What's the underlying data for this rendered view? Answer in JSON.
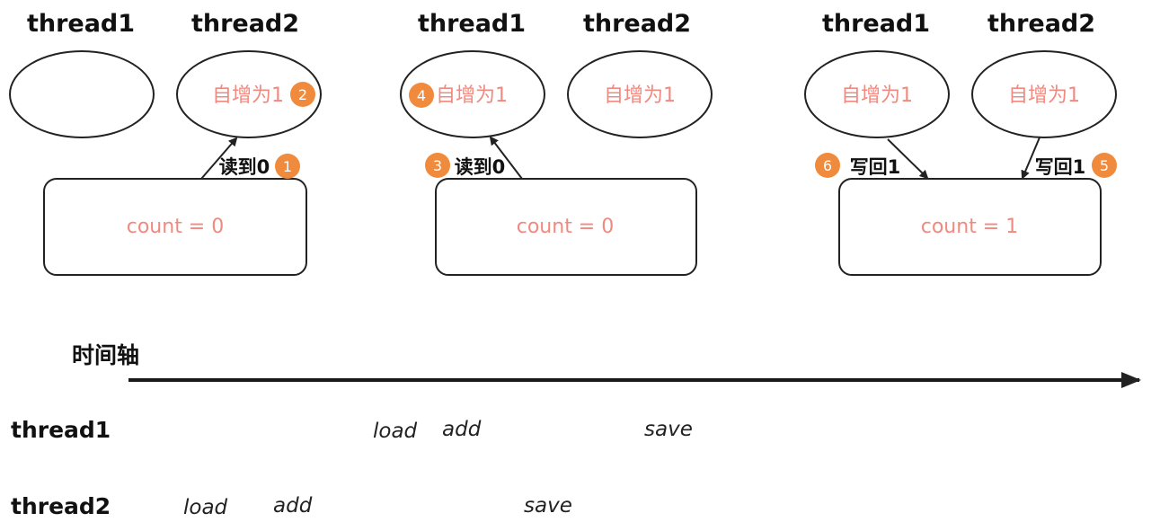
{
  "panels": [
    {
      "thread1_title": "thread1",
      "thread2_title": "thread2",
      "thread1_text": "",
      "thread2_text": "自增为1",
      "count_text": "count = 0",
      "arrow_label_left": "",
      "arrow_label_right": "读到0",
      "badge_left": "",
      "badge_right": "1",
      "badge_in_ellipse": "2"
    },
    {
      "thread1_title": "thread1",
      "thread2_title": "thread2",
      "thread1_text": "自增为1",
      "thread2_text": "自增为1",
      "count_text": "count = 0",
      "arrow_label_left": "读到0",
      "badge_left": "3",
      "badge_in_ellipse": "4"
    },
    {
      "thread1_title": "thread1",
      "thread2_title": "thread2",
      "thread1_text": "自增为1",
      "thread2_text": "自增为1",
      "count_text": "count = 1",
      "arrow_label_left": "写回1",
      "arrow_label_right": "写回1",
      "badge_left": "6",
      "badge_right": "5"
    }
  ],
  "timeline": {
    "title": "时间轴",
    "rows": [
      {
        "label": "thread1",
        "ops": [
          "load",
          "add",
          "save"
        ]
      },
      {
        "label": "thread2",
        "ops": [
          "load",
          "add",
          "save"
        ]
      }
    ]
  },
  "colors": {
    "badge": "#f08a3c",
    "highlight_text": "#f08a80",
    "stroke": "#222222"
  }
}
